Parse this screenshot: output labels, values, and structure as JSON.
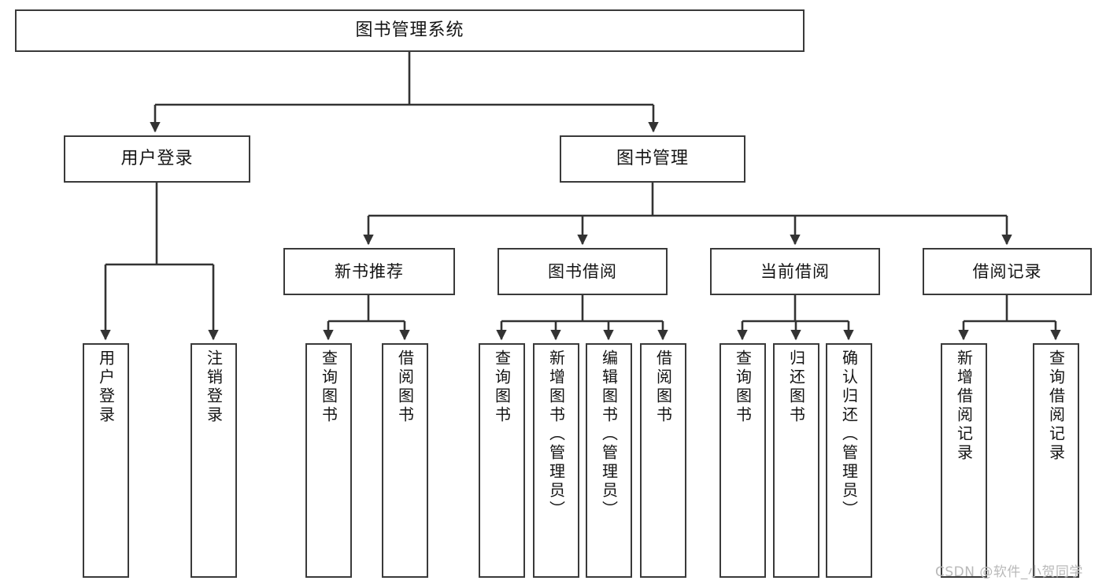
{
  "diagram": {
    "title": "图书管理系统",
    "type": "tree",
    "orientation": "top-down",
    "colors": {
      "box_border": "#3a3a3a",
      "box_fill": "#ffffff",
      "connector": "#333333",
      "text": "#141414",
      "background": "#ffffff",
      "watermark": "#b9b9b9"
    },
    "nodes": {
      "root": {
        "label": "图书管理系统",
        "level": 0,
        "orientation": "horizontal"
      },
      "user_login": {
        "label": "用户登录",
        "level": 1,
        "orientation": "horizontal"
      },
      "book_manage": {
        "label": "图书管理",
        "level": 1,
        "orientation": "horizontal"
      },
      "new_book_rec": {
        "label": "新书推荐",
        "level": 2,
        "orientation": "horizontal"
      },
      "book_borrow": {
        "label": "图书借阅",
        "level": 2,
        "orientation": "horizontal"
      },
      "current_borrow": {
        "label": "当前借阅",
        "level": 2,
        "orientation": "horizontal"
      },
      "borrow_record": {
        "label": "借阅记录",
        "level": 2,
        "orientation": "horizontal"
      },
      "leaf_user_login": {
        "label": "用户登录",
        "level": 2,
        "orientation": "vertical"
      },
      "leaf_logout": {
        "label": "注销登录",
        "level": 2,
        "orientation": "vertical"
      },
      "leaf_query_book_1": {
        "label": "查询图书",
        "level": 3,
        "orientation": "vertical"
      },
      "leaf_borrow_book_1": {
        "label": "借阅图书",
        "level": 3,
        "orientation": "vertical"
      },
      "leaf_query_book_2": {
        "label": "查询图书",
        "level": 3,
        "orientation": "vertical"
      },
      "leaf_add_book": {
        "label": "新增图书（管理员）",
        "level": 3,
        "orientation": "vertical"
      },
      "leaf_edit_book": {
        "label": "编辑图书（管理员）",
        "level": 3,
        "orientation": "vertical"
      },
      "leaf_borrow_book_2": {
        "label": "借阅图书",
        "level": 3,
        "orientation": "vertical"
      },
      "leaf_query_book_3": {
        "label": "查询图书",
        "level": 3,
        "orientation": "vertical"
      },
      "leaf_return_book": {
        "label": "归还图书",
        "level": 3,
        "orientation": "vertical"
      },
      "leaf_confirm_return": {
        "label": "确认归还（管理员）",
        "level": 3,
        "orientation": "vertical"
      },
      "leaf_add_record": {
        "label": "新增借阅记录",
        "level": 3,
        "orientation": "vertical"
      },
      "leaf_query_record": {
        "label": "查询借阅记录",
        "level": 3,
        "orientation": "vertical"
      }
    },
    "edges": [
      {
        "from": "root",
        "to": "user_login"
      },
      {
        "from": "root",
        "to": "book_manage"
      },
      {
        "from": "user_login",
        "to": "leaf_user_login"
      },
      {
        "from": "user_login",
        "to": "leaf_logout"
      },
      {
        "from": "book_manage",
        "to": "new_book_rec"
      },
      {
        "from": "book_manage",
        "to": "book_borrow"
      },
      {
        "from": "book_manage",
        "to": "current_borrow"
      },
      {
        "from": "book_manage",
        "to": "borrow_record"
      },
      {
        "from": "new_book_rec",
        "to": "leaf_query_book_1"
      },
      {
        "from": "new_book_rec",
        "to": "leaf_borrow_book_1"
      },
      {
        "from": "book_borrow",
        "to": "leaf_query_book_2"
      },
      {
        "from": "book_borrow",
        "to": "leaf_add_book"
      },
      {
        "from": "book_borrow",
        "to": "leaf_edit_book"
      },
      {
        "from": "book_borrow",
        "to": "leaf_borrow_book_2"
      },
      {
        "from": "current_borrow",
        "to": "leaf_query_book_3"
      },
      {
        "from": "current_borrow",
        "to": "leaf_return_book"
      },
      {
        "from": "current_borrow",
        "to": "leaf_confirm_return"
      },
      {
        "from": "borrow_record",
        "to": "leaf_add_record"
      },
      {
        "from": "borrow_record",
        "to": "leaf_query_record"
      }
    ]
  },
  "watermark": {
    "text": "CSDN @软件_小贺同学"
  }
}
